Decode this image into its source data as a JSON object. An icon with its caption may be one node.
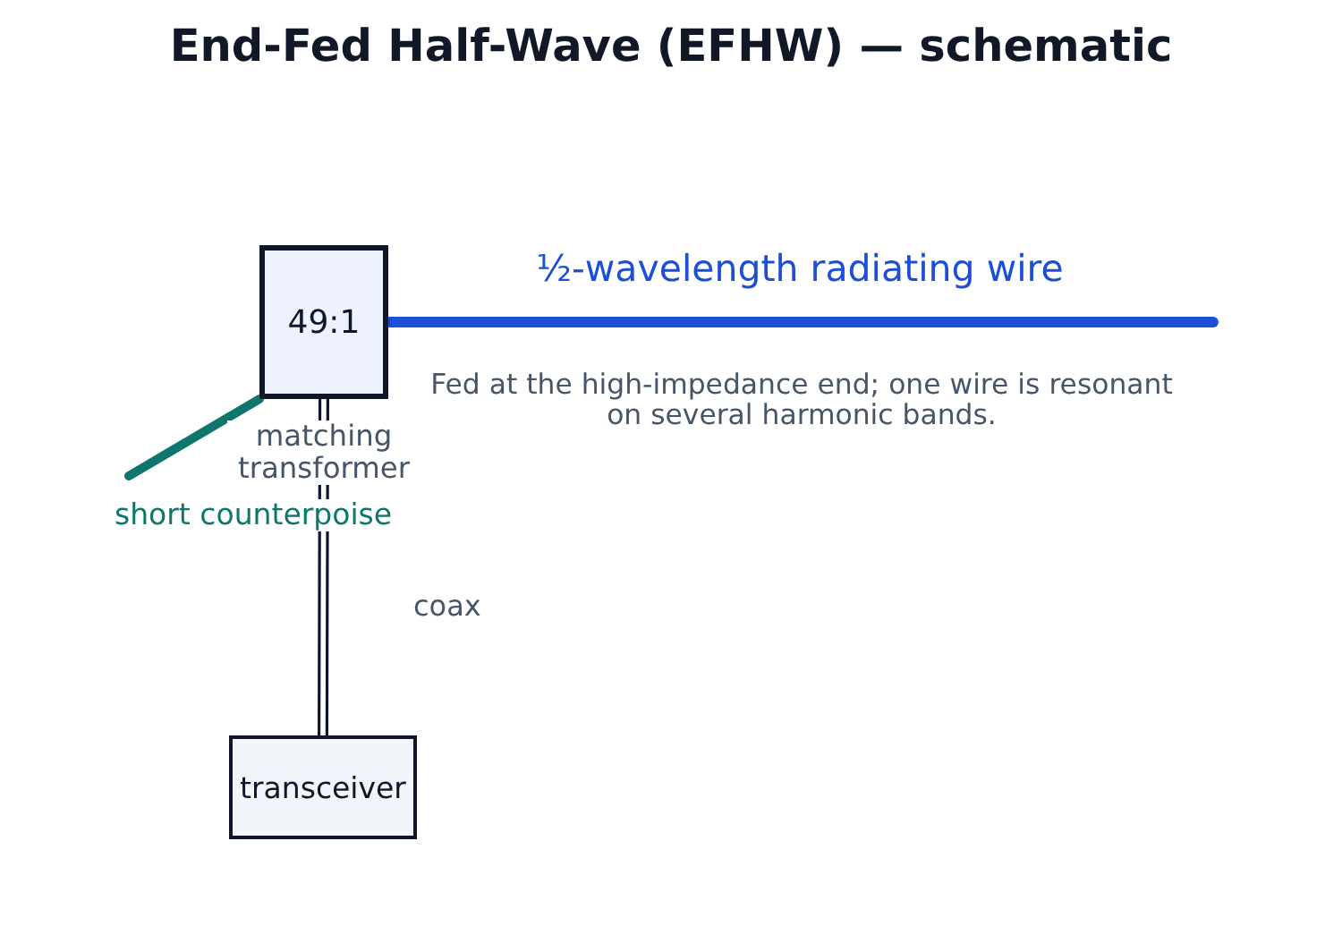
{
  "diagram": {
    "title": "End-Fed Half-Wave (EFHW) — schematic",
    "nodes": [
      {
        "text": [
          "49:1"
        ],
        "beside": [
          "matching transformer"
        ]
      },
      {
        "text": [
          "transceiver"
        ]
      }
    ],
    "edges": [
      {
        "from": 0,
        "to": null,
        "arrow": "none",
        "label": "½-wavelength radiating wire",
        "color": "#1d4ed8"
      },
      {
        "from": 0,
        "to": null,
        "arrow": "none",
        "label": "short counterpoise",
        "color": "#0f766e"
      },
      {
        "from": 0,
        "to": 1,
        "arrow": "none",
        "label": "coax",
        "color": "#0f172a"
      }
    ],
    "labels": [
      "Fed at the high-impedance end; one wire is resonant on several harmonic bands."
    ]
  }
}
